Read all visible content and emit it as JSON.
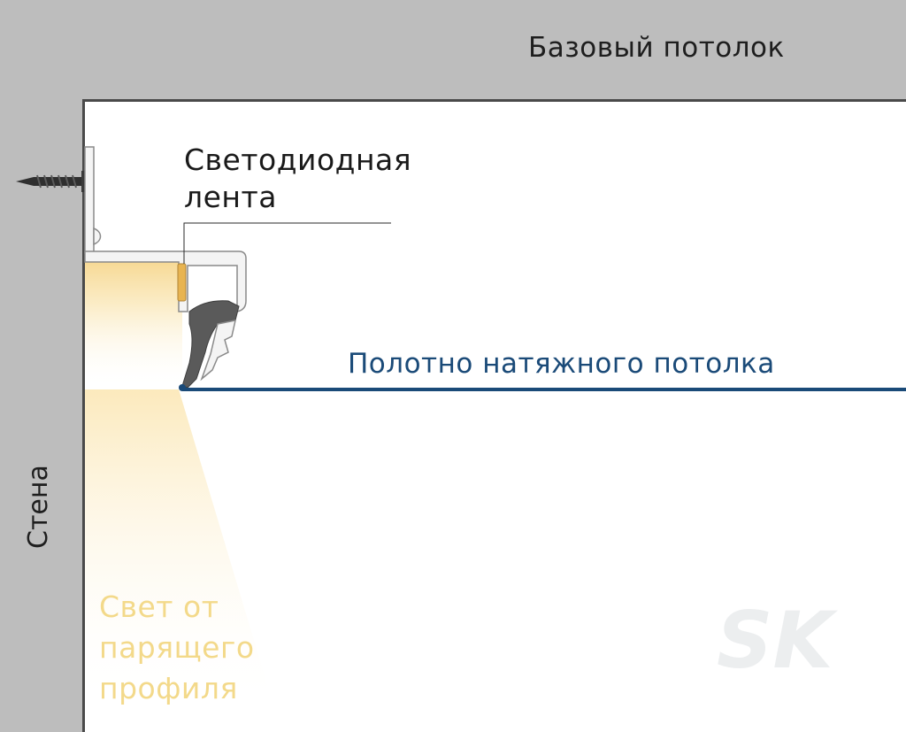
{
  "labels": {
    "base_ceiling": "Базовый потолок",
    "led_strip": [
      "Светодиодная",
      "лента"
    ],
    "canvas": "Полотно натяжного потолка",
    "wall": "Стена",
    "light": [
      "Свет от",
      "парящего",
      "профиля"
    ]
  },
  "logo": {
    "mark": "SK"
  },
  "colors": {
    "concrete": "#bdbdbd",
    "canvas_line": "#1a4a78",
    "led": "#e8b451",
    "light_glow": "#f7d98b",
    "profile_insert": "#5a5a5a"
  }
}
